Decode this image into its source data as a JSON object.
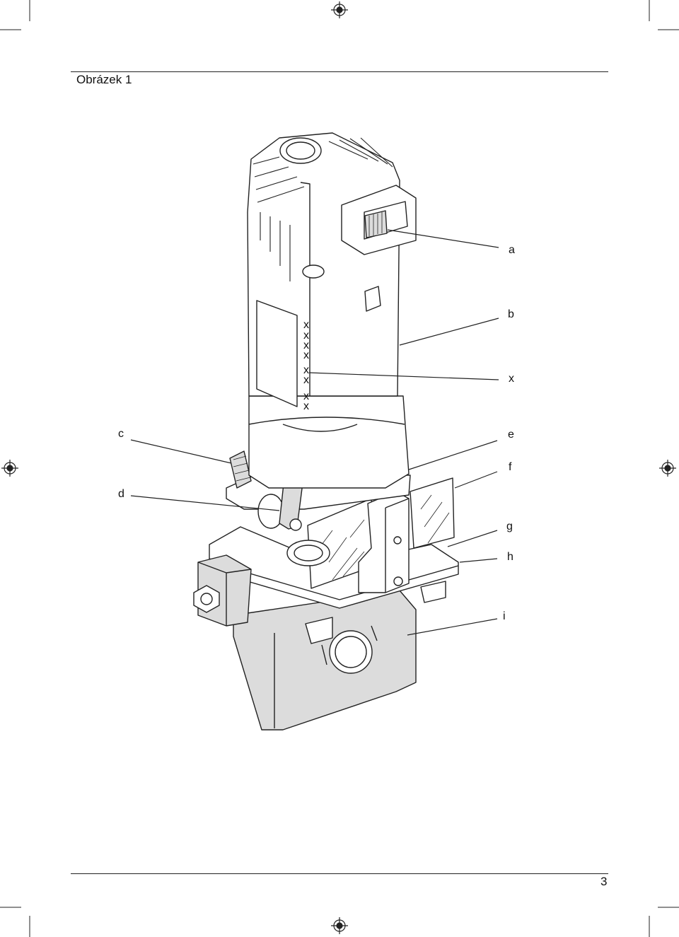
{
  "figure": {
    "title": "Obrázek 1"
  },
  "page": {
    "number": "3"
  },
  "callouts": {
    "a": "a",
    "b": "b",
    "x": "x",
    "c": "c",
    "e": "e",
    "f": "f",
    "d": "d",
    "g": "g",
    "h": "h",
    "i": "i"
  },
  "markings": [
    "x",
    "x",
    "x",
    "x",
    "x",
    "x",
    "x",
    "x"
  ],
  "colors": {
    "line": "#222222",
    "shade": "#dcdcdc",
    "fill": "#ffffff"
  }
}
